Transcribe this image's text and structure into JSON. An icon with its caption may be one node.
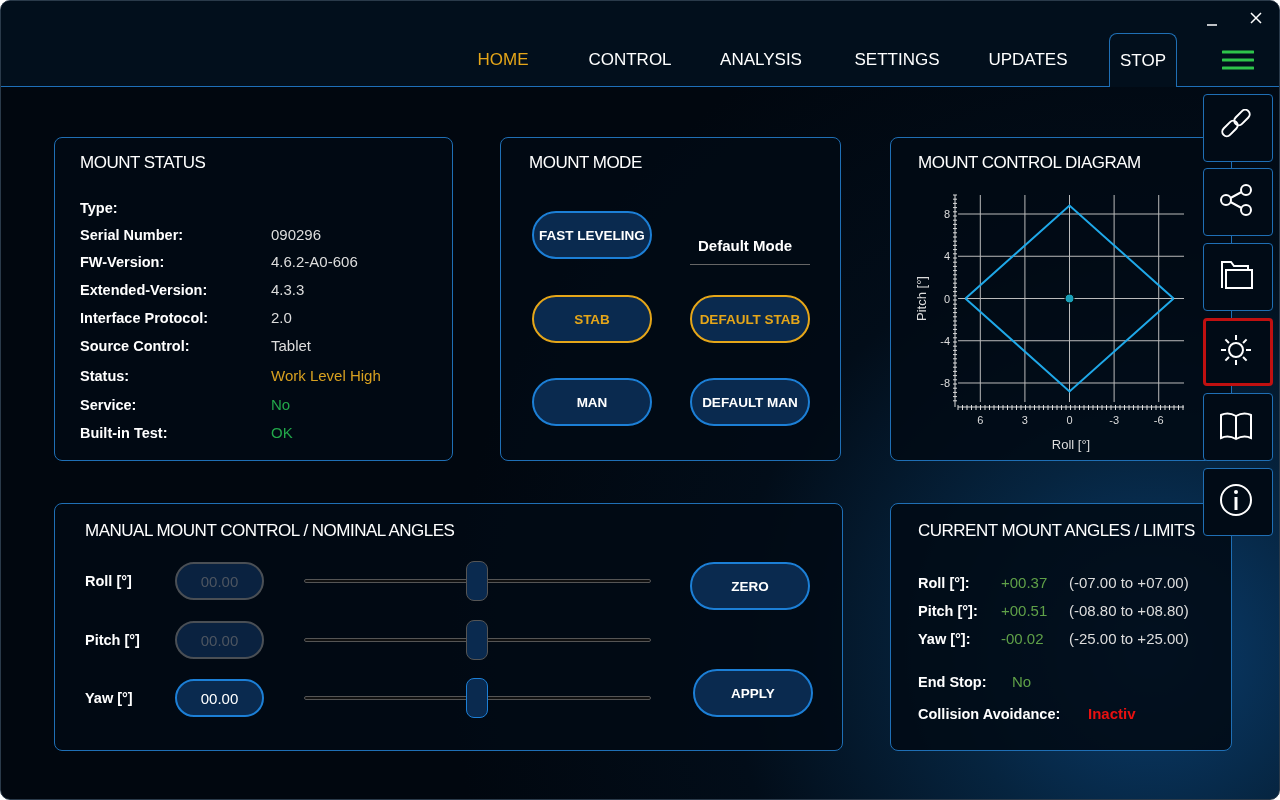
{
  "diagram": {
    "nodes": [
      {
        "text": [
          "MOUNT STATUS",
          "Type:",
          "Serial Number:",
          "090296",
          "FW-Version:",
          "4.6.2-A0-606",
          "Extended-Version:",
          "4.3.3",
          "Interface Protocol:",
          "2.0",
          "Source Control:",
          "Tablet",
          "Status:",
          "Work Level High",
          "Service:",
          "No",
          "Built-in Test:",
          "OK"
        ]
      },
      {
        "text": [
          "MOUNT MODE",
          "Default Mode"
        ]
      },
      {
        "text": [
          "FAST LEVELING"
        ],
        "in": 1
      },
      {
        "text": [
          "STAB"
        ],
        "in": 1
      },
      {
        "text": [
          "DEFAULT STAB"
        ],
        "in": 1
      },
      {
        "text": [
          "MAN"
        ],
        "in": 1
      },
      {
        "text": [
          "DEFAULT MAN"
        ],
        "in": 1
      },
      {
        "text": [
          "MOUNT CONTROL DIAGRAM"
        ]
      },
      {
        "text": [
          "MANUAL MOUNT CONTROL / NOMINAL ANGLES",
          "Roll [°]",
          "Pitch [°]",
          "Yaw [°]"
        ]
      },
      {
        "text": [
          "00.00"
        ],
        "in": 8
      },
      {
        "text": [
          "00.00"
        ],
        "in": 8
      },
      {
        "text": [
          "00.00"
        ],
        "in": 8
      },
      {
        "text": [
          "ZERO"
        ],
        "in": 8
      },
      {
        "text": [
          "APPLY"
        ],
        "in": 8
      },
      {
        "text": [
          "CURRENT MOUNT ANGLES / LIMITS",
          "Roll [°]:",
          "+00.37",
          "(-07.00 to +07.00)",
          "Pitch [°]:",
          "+00.51",
          "(-08.80 to +08.80)",
          "Yaw [°]:",
          "-00.02",
          "(-25.00 to +25.00)",
          "End Stop:",
          "No",
          "Collision Avoidance:",
          "Inactiv"
        ]
      },
      {
        "text": [
          "STOP"
        ]
      },
      {
        "text": [],
        "shape": "box"
      },
      {
        "text": [],
        "shape": "box"
      },
      {
        "text": [],
        "shape": "box"
      },
      {
        "text": [],
        "shape": "box"
      },
      {
        "text": [],
        "shape": "box"
      },
      {
        "text": [],
        "shape": "box"
      }
    ],
    "labels": [
      "HOME",
      "CONTROL",
      "ANALYSIS",
      "SETTINGS",
      "UPDATES"
    ],
    "chart_data": {
      "type": "line",
      "xlabel": "Roll [°]",
      "ylabel": "Pitch [°]",
      "x": [
        7,
        0,
        -7
      ],
      "series": [
        {
          "color": "#1fa8e8",
          "values": [
            0,
            8.8,
            0
          ]
        },
        {
          "color": "#1fa8e8",
          "values": [
            0,
            -8.8,
            0
          ]
        },
        {
          "color": "#1a9fb8",
          "marker": "circle",
          "values": [
            null,
            0,
            null
          ]
        }
      ],
      "grid": true,
      "xlim": [
        7.5,
        -7.7
      ],
      "ylim": [
        -9.8,
        9.8
      ],
      "xticks": [
        6,
        3,
        0,
        -3,
        -6
      ],
      "yticks": [
        8,
        4,
        0,
        -4,
        -8
      ]
    }
  }
}
